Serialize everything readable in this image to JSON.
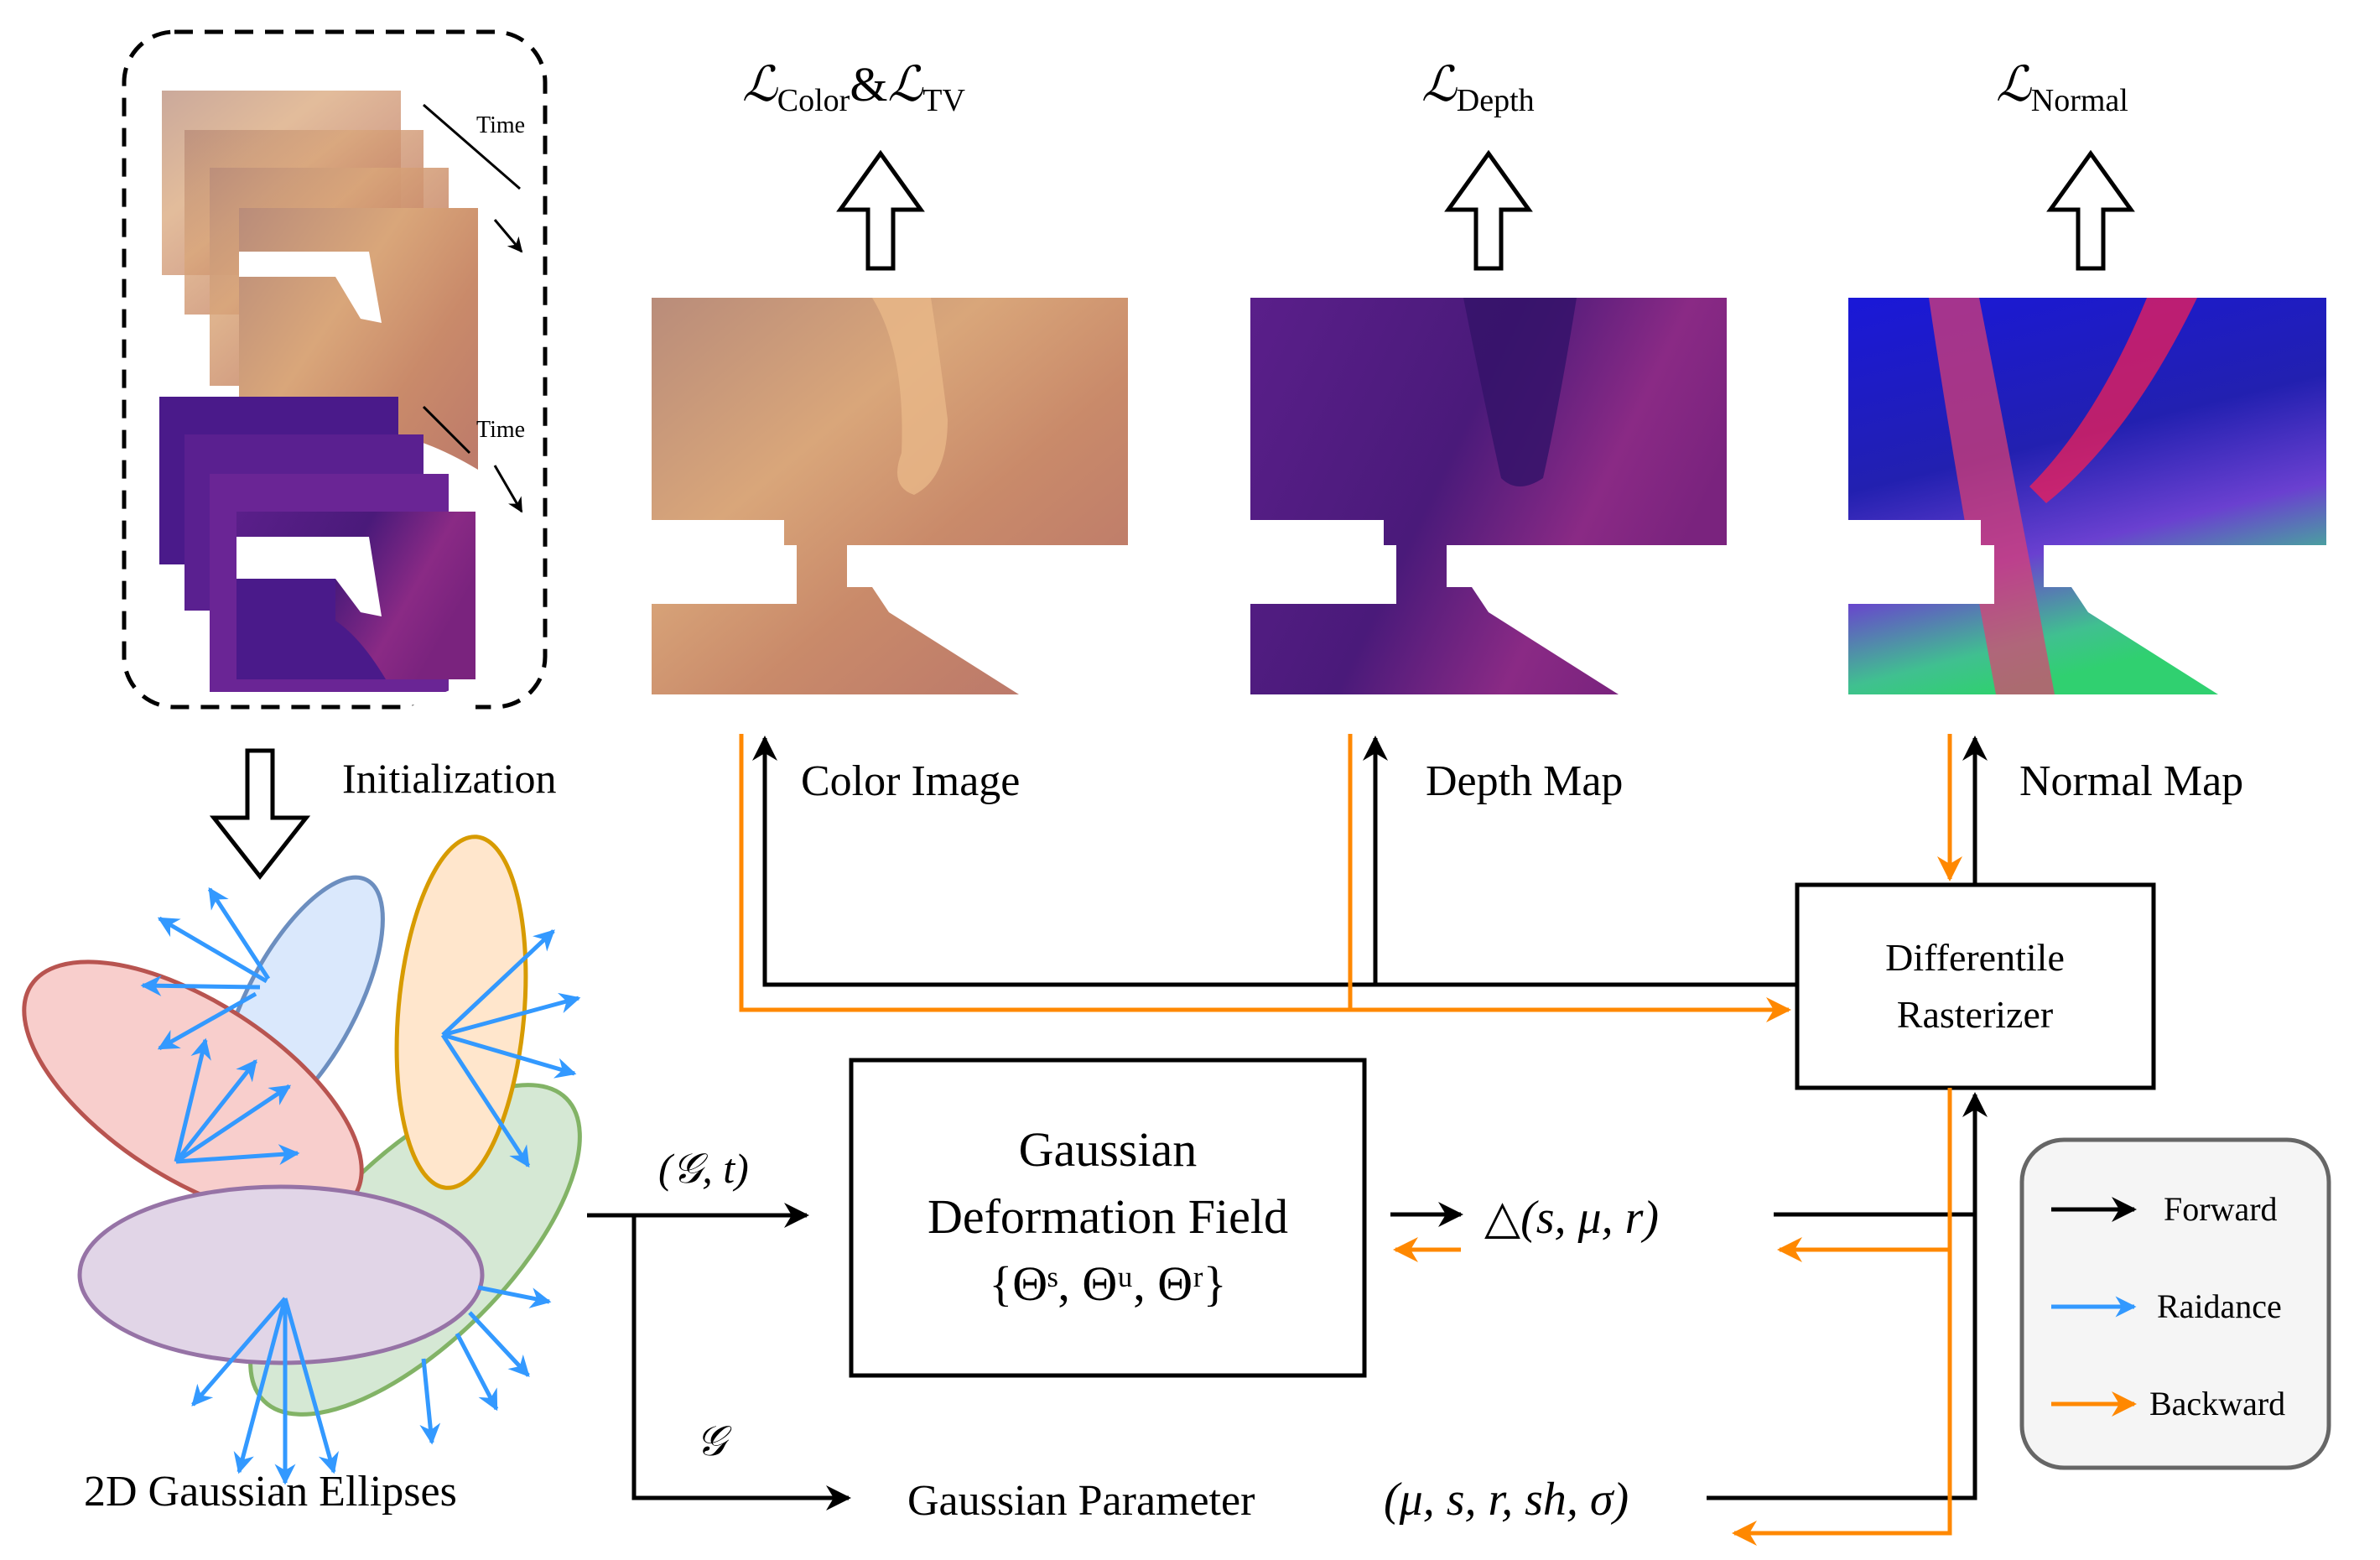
{
  "figure": {
    "input_group": {
      "time_label_top": "Time",
      "time_label_bottom": "Time"
    },
    "losses": {
      "color": {
        "symbol": "ℒ",
        "sub": "Color",
        "joiner": "&",
        "symbol2": "ℒ",
        "sub2": "TV"
      },
      "depth": {
        "symbol": "ℒ",
        "sub": "Depth"
      },
      "normal": {
        "symbol": "ℒ",
        "sub": "Normal"
      }
    },
    "labels": {
      "initialization": "Initialization",
      "color_image": "Color Image",
      "depth_map": "Depth Map",
      "normal_map": "Normal Map",
      "ellipses": "2D Gaussian Ellipses",
      "rasterizer_line1": "Differentile",
      "rasterizer_line2": "Rasterizer",
      "deformation_line1": "Gaussian",
      "deformation_line2": "Deformation Field",
      "deformation_line3": "{Θˢ, Θᵘ, Θʳ}",
      "input_gt": "(𝒢, t)",
      "input_g": "𝒢",
      "delta": "△(s, μ, r)",
      "gaussian_parameter": "Gaussian Parameter",
      "params": "(μ, s, r, sh, σ)"
    },
    "legend": {
      "items": [
        {
          "label": "Forward",
          "color": "#000000"
        },
        {
          "label": "Raidance",
          "color": "#3399ff"
        },
        {
          "label": "Backward",
          "color": "#ff8800"
        }
      ]
    },
    "colors": {
      "forward": "#000000",
      "radiance": "#3399ff",
      "backward": "#ff8800",
      "ellipse_blue_fill": "#dae8fc",
      "ellipse_blue_stroke": "#6c8ebf",
      "ellipse_orange_fill": "#ffe6cc",
      "ellipse_orange_stroke": "#d79b00",
      "ellipse_red_fill": "#f8cecc",
      "ellipse_red_stroke": "#b85450",
      "ellipse_purple_fill": "#e1d5e7",
      "ellipse_purple_stroke": "#9673a6",
      "ellipse_green_fill": "#d5e8d4",
      "ellipse_green_stroke": "#82b366",
      "legend_bg": "#f5f5f5",
      "legend_border": "#666666"
    }
  }
}
